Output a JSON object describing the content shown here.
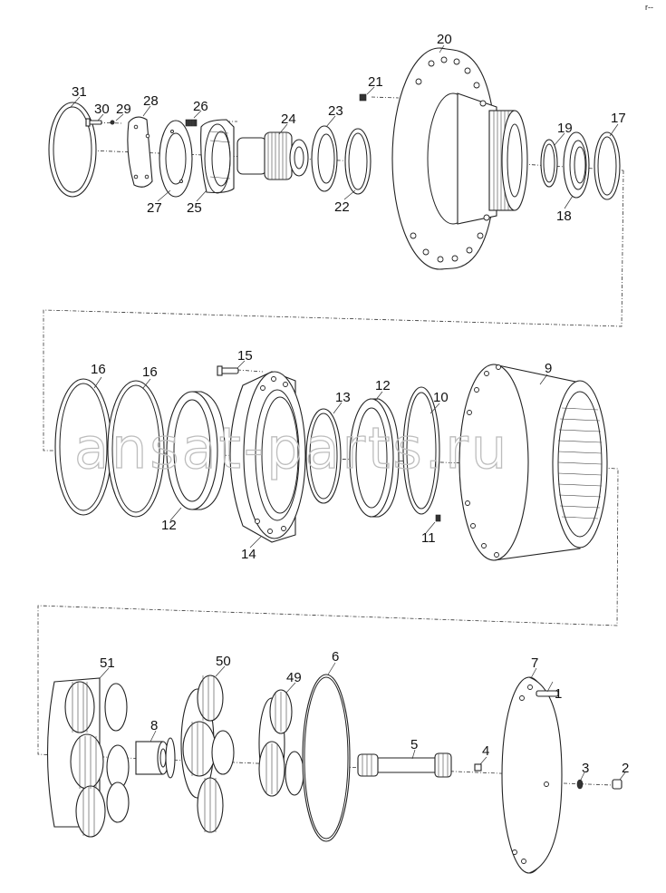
{
  "watermark": "ansat-parts.ru",
  "corner_mark": "r--",
  "callouts": {
    "c1": "1",
    "c2": "2",
    "c3": "3",
    "c4": "4",
    "c5": "5",
    "c6": "6",
    "c7": "7",
    "c8": "8",
    "c9": "9",
    "c10": "10",
    "c11": "11",
    "c12a": "12",
    "c12b": "12",
    "c13": "13",
    "c14": "14",
    "c15": "15",
    "c16a": "16",
    "c16b": "16",
    "c17": "17",
    "c18": "18",
    "c19": "19",
    "c20": "20",
    "c21": "21",
    "c22": "22",
    "c23": "23",
    "c24": "24",
    "c25": "25",
    "c26": "26",
    "c27": "27",
    "c28": "28",
    "c29": "29",
    "c30": "30",
    "c31": "31",
    "c49": "49",
    "c50": "50",
    "c51": "51"
  }
}
